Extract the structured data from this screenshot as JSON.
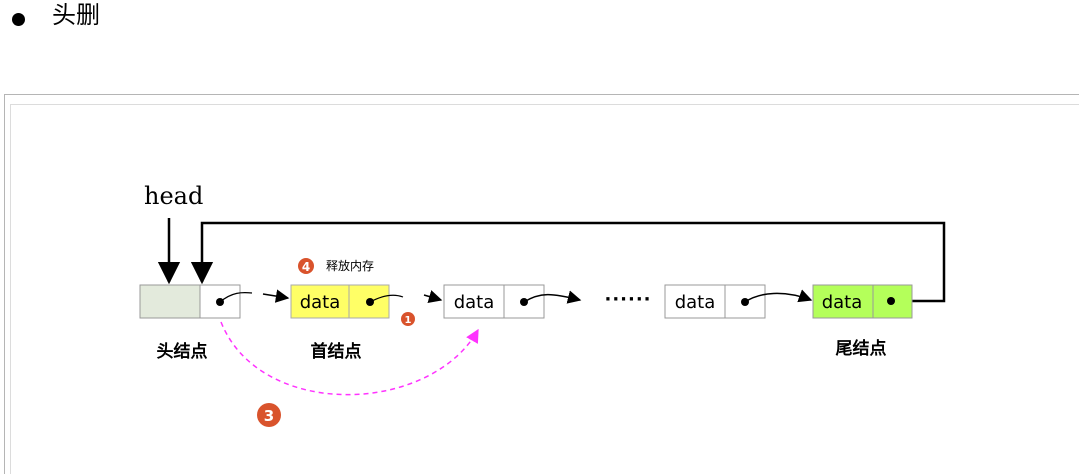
{
  "heading": {
    "title": "头删"
  },
  "diagram": {
    "head_label": "head",
    "data_label": "data",
    "ellipsis": "······",
    "head_node_label": "头结点",
    "first_node_label": "首结点",
    "tail_node_label": "尾结点",
    "step1_number": "1",
    "step3_number": "3",
    "step4_number": "4",
    "step4_text": "释放内存",
    "colors": {
      "head_node_fill": "#e3eadc",
      "first_node_fill": "#ffff66",
      "tail_node_fill": "#b4ff5a",
      "step_badge": "#d9532c",
      "dashed_arrow": "#ff33ff"
    }
  }
}
